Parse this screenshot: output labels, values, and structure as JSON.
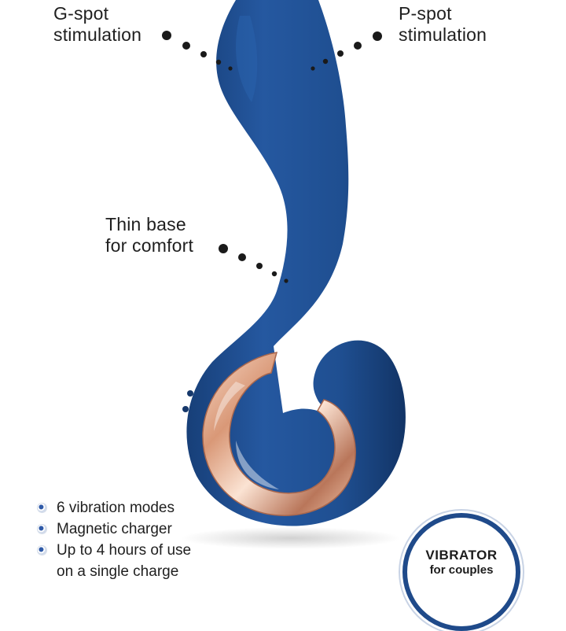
{
  "callouts": {
    "g_spot": [
      "G-spot",
      "stimulation"
    ],
    "p_spot": [
      "P-spot",
      "stimulation"
    ],
    "thin_base": [
      "Thin base",
      "for comfort"
    ]
  },
  "features": [
    "6 vibration modes",
    "Magnetic charger",
    "Up to 4 hours of use",
    "on a single charge"
  ],
  "badge": {
    "line1": "VIBRATOR",
    "line2": "for couples"
  },
  "colors": {
    "product_blue": "#1f4f8f",
    "accent_rose_gold": "#e0a889",
    "text": "#1f1f1f"
  }
}
